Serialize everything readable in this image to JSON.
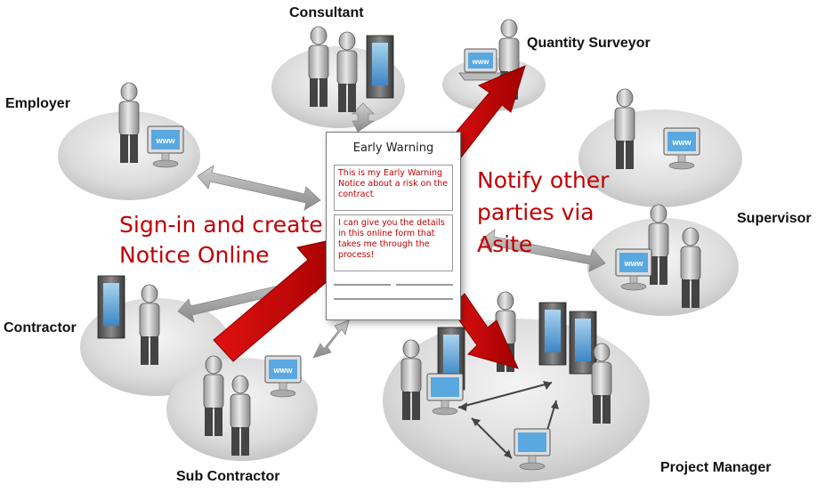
{
  "roles": {
    "consultant": "Consultant",
    "quantity_surveyor": "Quantity Surveyor",
    "employer": "Employer",
    "supervisor": "Supervisor",
    "contractor": "Contractor",
    "sub_contractor": "Sub Contractor",
    "project_manager": "Project Manager"
  },
  "notice": {
    "title": "Early Warning",
    "box1": "This is my Early Warning Notice about a risk on the contract",
    "box2": "I can give you the details in this online form that takes me through the process!"
  },
  "callouts": {
    "left_line1": "Sign-in and create",
    "left_line2": "Notice Online",
    "right_line1": "Notify other",
    "right_line2": "parties via",
    "right_line3": "Asite"
  },
  "screen_text": "www",
  "colors": {
    "accent_red": "#c00000",
    "arrow_red": "#d00000",
    "platform_gray": "#d9d9d9"
  }
}
